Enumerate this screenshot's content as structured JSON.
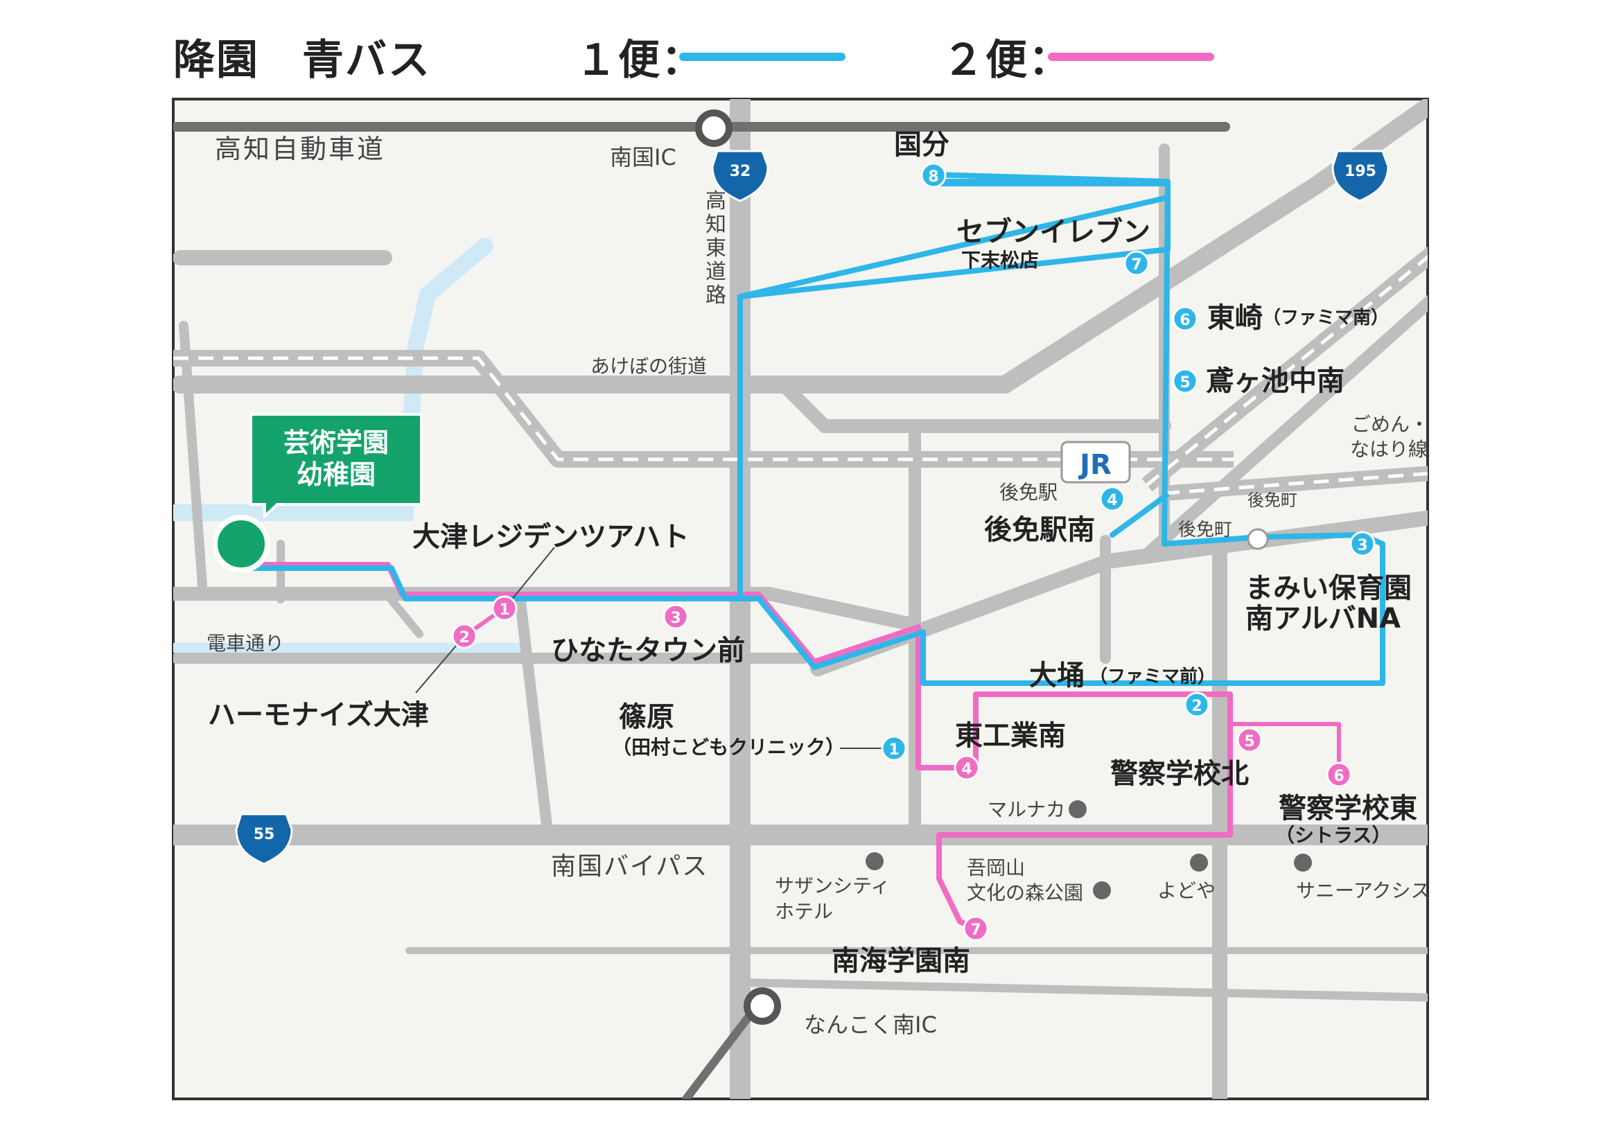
{
  "header": {
    "title": "降園　青バス",
    "legend": [
      {
        "label": "１便：",
        "color": "#2EB6E8"
      },
      {
        "label": "２便：",
        "color": "#F06BC3"
      }
    ]
  },
  "colors": {
    "map_bg": "#F4F4F0",
    "road": "#BEBEBE",
    "road_dark": "#707070",
    "water": "#CFE9F7",
    "route1": "#2EB6E8",
    "route2": "#F06BC3",
    "school_green": "#14A36B",
    "jr_blue": "#1E6FB8",
    "national_route_blue": "#1466AA"
  },
  "route_shields": [
    "32",
    "195",
    "55"
  ],
  "school": {
    "line1": "芸術学園",
    "line2": "幼稚園"
  },
  "jr_logo": "JR",
  "labels": {
    "kochi_expressway": "高知自動車道",
    "nankoku_ic": "南国IC",
    "kochi_tobu_road": [
      "高",
      "知",
      "東",
      "道",
      "路"
    ],
    "akebono": "あけぼの街道",
    "densha": "電車通り",
    "gomen_station": "後免駅",
    "gomen_machi_station": "後免町",
    "gomen_machi": "後免町",
    "gomen_nahari": [
      "ごめん・",
      "なはり線"
    ],
    "nankoku_bypass": "南国バイパス",
    "nankoku_minami_ic": "なんこく南IC",
    "marunaka": "マルナカ",
    "sunshine_hotel": [
      "サザンシティ",
      "ホテル"
    ],
    "agiokayama": [
      "吾岡山",
      "文化の森公園"
    ],
    "yodoya": "よどや",
    "sunny_axis": "サニーアクシス"
  },
  "route1_stops": [
    {
      "no": "1",
      "name": "篠原",
      "sub": "（田村こどもクリニック）"
    },
    {
      "no": "2",
      "name": "大埇",
      "sub": "（ファミマ前）"
    },
    {
      "no": "3",
      "name": "まみい保育園",
      "sub": "南アルバNA"
    },
    {
      "no": "4",
      "name": "後免駅南",
      "sub": ""
    },
    {
      "no": "5",
      "name": "鳶ヶ池中南",
      "sub": ""
    },
    {
      "no": "6",
      "name": "東崎",
      "sub": "（ファミマ南）"
    },
    {
      "no": "7",
      "name": "セブンイレブン",
      "sub": "下末松店"
    },
    {
      "no": "8",
      "name": "国分",
      "sub": ""
    }
  ],
  "route2_stops": [
    {
      "no": "1",
      "name": "大津レジデンツアハト",
      "sub": ""
    },
    {
      "no": "2",
      "name": "ハーモナイズ大津",
      "sub": ""
    },
    {
      "no": "3",
      "name": "ひなたタウン前",
      "sub": ""
    },
    {
      "no": "4",
      "name": "東工業南",
      "sub": ""
    },
    {
      "no": "5",
      "name": "警察学校北",
      "sub": ""
    },
    {
      "no": "6",
      "name": "警察学校東",
      "sub": "（シトラス）"
    },
    {
      "no": "7",
      "name": "南海学園南",
      "sub": ""
    }
  ]
}
